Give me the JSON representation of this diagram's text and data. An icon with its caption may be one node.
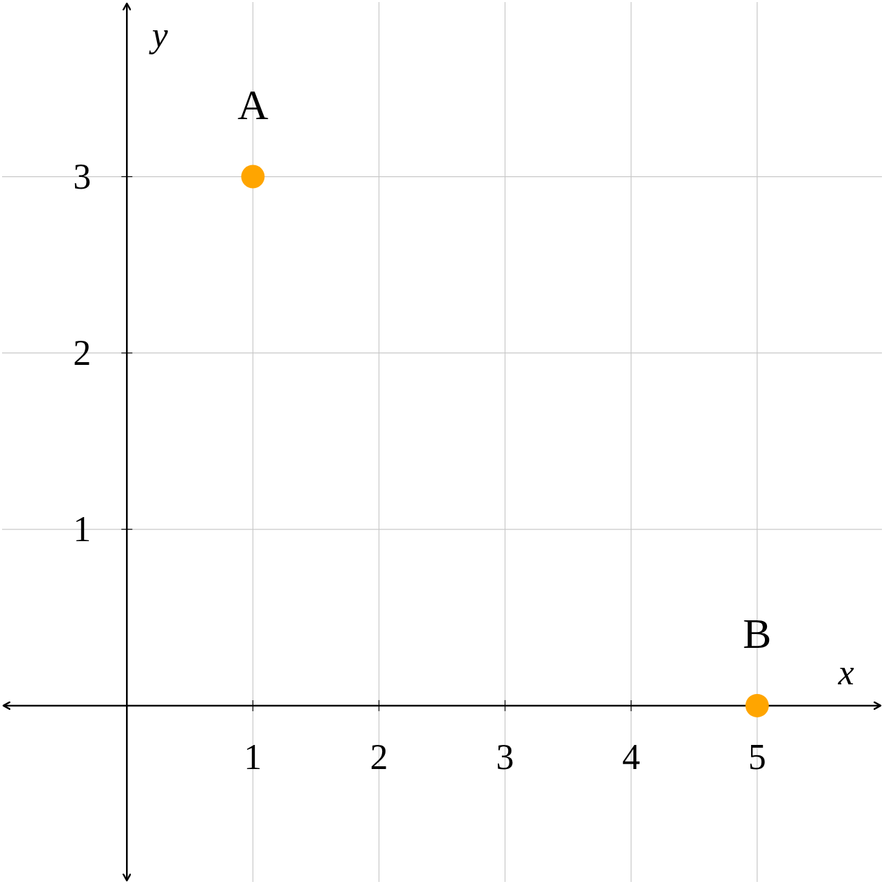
{
  "diagram": {
    "chart_data": {
      "type": "scatter",
      "xlabel": "x",
      "ylabel": "y",
      "x": [
        1,
        5
      ],
      "series": [
        {
          "color": "#ffa500",
          "values": [
            3,
            0
          ]
        }
      ],
      "grid": true,
      "xlim": [
        -0.99,
        5.99
      ],
      "ylim": [
        -1,
        3.99
      ],
      "xticks": [
        1,
        2,
        3,
        4,
        5
      ],
      "yticks": [
        1,
        2,
        3
      ],
      "annotations": [
        {
          "text": "A",
          "x": 1,
          "y": 3
        },
        {
          "text": "B",
          "x": 5,
          "y": 0
        }
      ]
    }
  }
}
